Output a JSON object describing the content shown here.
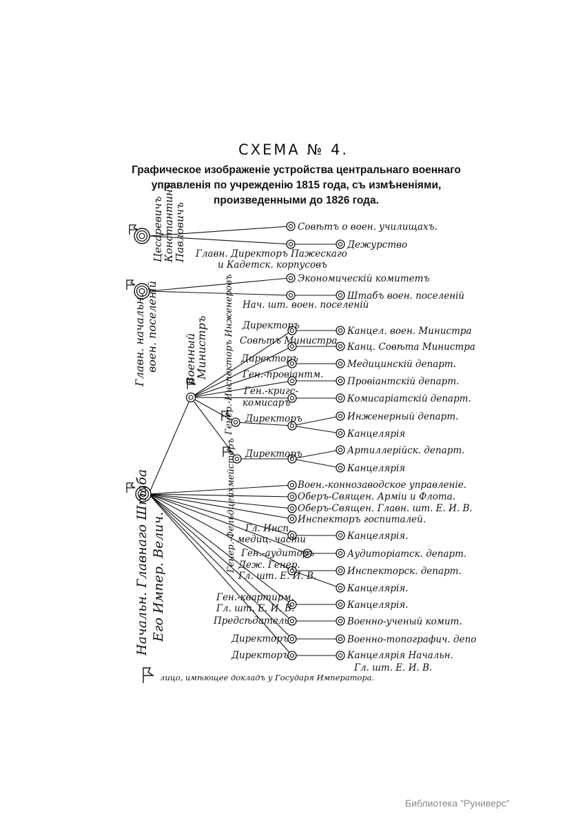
{
  "title": "СХЕМА № 4.",
  "subtitle": "Графическое изображенiе устройства центральнаго военнаго управле­нiя по учрежденiю 1815 года, съ измѣненiями, произведенными до 1826 года.",
  "footer": "Библиотека \"Руниверс\"",
  "legend": "лицо, имѣющее докладъ у Государя Императора.",
  "hubs": {
    "konstantin": [
      "Цесаревичъ",
      "Константинъ",
      "Павловичъ"
    ],
    "poseleniy": [
      "Главн. начальн.",
      "воен. поселенiй"
    ],
    "shtab": [
      "Начальн. Главнаго Штаба",
      "Его Импер. Велич."
    ],
    "ministr": [
      "Военный",
      "Министръ"
    ]
  },
  "vertical_labels": {
    "inzhener": "Генер.-Инспекторъ Инженеровъ",
    "artill": "Генер.-Фельдцейхмейстеръ"
  },
  "nodes": {
    "sovet_uchilish": "Совѣтъ о воен. училищахъ.",
    "glav_direktor": "Главн. Директоръ Пажескаго",
    "glav_direktor2": "и Кадетск. корпусовъ",
    "dezhurstvo": "Дежурство",
    "ekon_komitet": "Экономическiй комитетъ",
    "nach_shtab_posel": "Нач. шт. воен. поселенiй",
    "shtab_posel": "Штабъ воен. поселенiй",
    "dir_kants": "Директоръ",
    "kants_min": "Канцел. воен. Министра",
    "sovet_min": "Совѣтъ Министра",
    "kants_sovet": "Канц. Совѣта Министра",
    "dir_med": "Директоръ",
    "med_depart": "Медицинскiй департ.",
    "gen_proviant": "Ген.-провiантм.",
    "proviant_depart": "Провiантскiй департ.",
    "gen_krig": "Ген.-кригс-",
    "gen_krig2": "комисаръ",
    "komis_depart": "Комисарiатскiй департ.",
    "dir_inzh": "Директоръ",
    "inzh_depart": "Инженерный департ.",
    "kants_inzh": "Канцелярiя",
    "dir_art": "Директоръ",
    "art_depart": "Артиллерiйск. департ.",
    "kants_art": "Канцелярiя",
    "konnozavod": "Воен.-коннозаводское управленiе.",
    "ober_armii": "Оберъ-Священ. Армiи и Флота.",
    "ober_glav": "Оберъ-Священ. Главн. шт. Е. И. В.",
    "inspektor_gosp": "Инспекторъ госпиталей.",
    "gl_insp_med": "Гл. Инсп.",
    "gl_insp_med2": "медиц. части",
    "kants_med": "Канцелярiя.",
    "gen_auditor": "Ген.-аудиторъ",
    "auditoriat": "Аудиторiатск. департ.",
    "dezh_general": "Деж. Генер.",
    "dezh_general2": "Гл. шт. Е. И. В.",
    "inspektor_depart": "Инспекторск. департ.",
    "kants_insp": "Канцелярiя.",
    "gen_kvartirm": "Ген.-квартирм.",
    "gen_kvartirm2": "Гл. шт. Е. И. В.",
    "kants_kvart": "Канцелярiя.",
    "predsedatel": "Предсѣдатель",
    "voenno_uchen": "Военно-ученый комит.",
    "dir_topo": "Директоръ",
    "voenno_topo": "Военно-топографич. депо",
    "dir_nach": "Директоръ",
    "kants_nach": "Канцелярiя Начальн.",
    "kants_nach2": "Гл. шт. Е. И. В."
  }
}
